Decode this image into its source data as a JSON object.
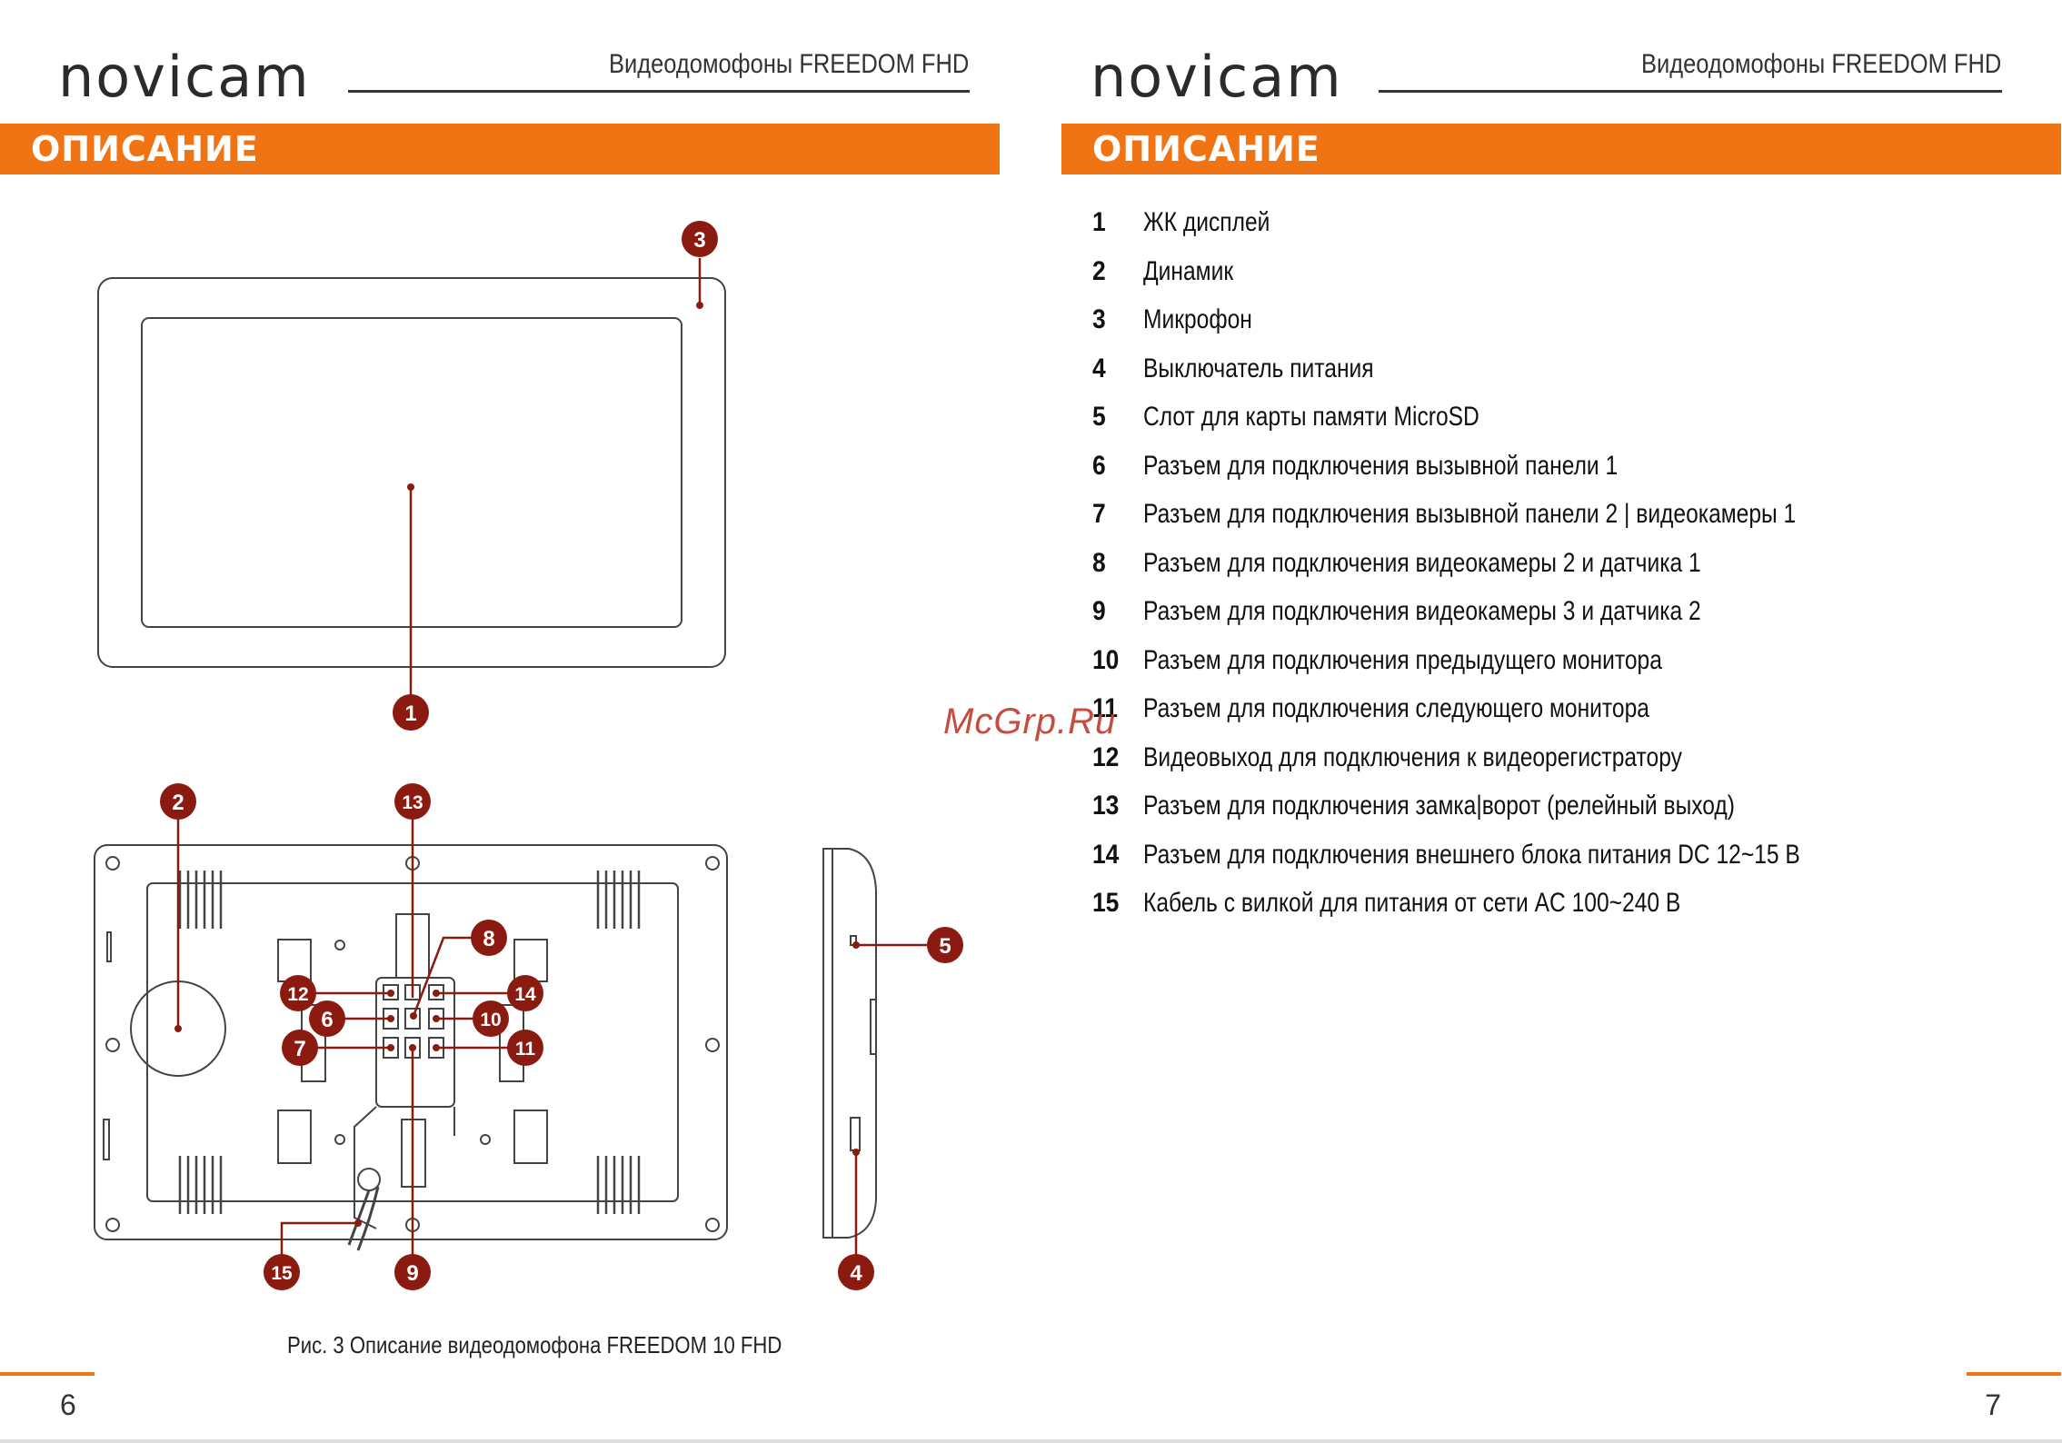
{
  "left_page": {
    "logo": "novicam",
    "header_title": "Видеодомофоны FREEDOM FHD",
    "section_title": "ОПИСАНИЕ",
    "caption": "Рис. 3  Описание видеодомофона FREEDOM 10 FHD",
    "page_number": "6",
    "callouts": [
      "1",
      "2",
      "3",
      "4",
      "5",
      "6",
      "7",
      "8",
      "9",
      "10",
      "11",
      "12",
      "13",
      "14",
      "15"
    ]
  },
  "right_page": {
    "logo": "novicam",
    "header_title": "Видеодомофоны FREEDOM FHD",
    "section_title": "ОПИСАНИЕ",
    "page_number": "7",
    "items": [
      {
        "num": "1",
        "text": "ЖК дисплей"
      },
      {
        "num": "2",
        "text": "Динамик"
      },
      {
        "num": "3",
        "text": "Микрофон"
      },
      {
        "num": "4",
        "text": "Выключатель питания"
      },
      {
        "num": "5",
        "text": "Слот для карты памяти MicroSD"
      },
      {
        "num": "6",
        "text": "Разъем для подключения вызывной панели 1"
      },
      {
        "num": "7",
        "text": "Разъем для подключения вызывной панели 2 | видеокамеры 1"
      },
      {
        "num": "8",
        "text": "Разъем для подключения видеокамеры 2 и датчика 1"
      },
      {
        "num": "9",
        "text": "Разъем для подключения видеокамеры 3 и датчика 2"
      },
      {
        "num": "10",
        "text": "Разъем для подключения предыдущего монитора"
      },
      {
        "num": "11",
        "text": "Разъем для подключения следующего монитора"
      },
      {
        "num": "12",
        "text": "Видеовыход для подключения к видеорегистратору"
      },
      {
        "num": "13",
        "text": "Разъем для подключения замка|ворот (релейный выход)"
      },
      {
        "num": "14",
        "text": "Разъем для подключения внешнего блока питания DC 12~15 В"
      },
      {
        "num": "15",
        "text": "Кабель с вилкой для питания от сети AC 100~240 В"
      }
    ]
  },
  "watermark": "McGrp.Ru",
  "colors": {
    "accent": "#f07414",
    "callout": "#8b1a10",
    "line": "#333333"
  }
}
